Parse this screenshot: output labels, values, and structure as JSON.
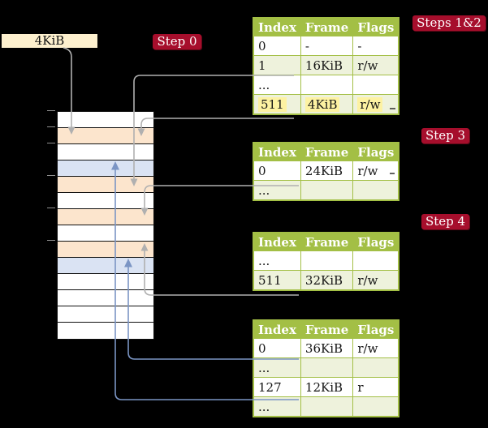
{
  "legend": {
    "frame_size_label": "4KiB"
  },
  "step_badges": {
    "step0": "Step 0",
    "steps12": "Steps 1&2",
    "step3": "Step 3",
    "step4": "Step 4"
  },
  "colors": {
    "canvas_bg": "#000000",
    "badge_red": "#a60e2c",
    "table_header_green": "#a3bf45",
    "table_row_green": "#eef2dc",
    "highlight_yellow": "#fdf2a2",
    "frame_label_cream": "#fdf0ce",
    "frame_peach": "#fce5cd",
    "frame_blue": "#dae3f3",
    "frame_white": "#ffffff",
    "arrow_gray": "#b0b0b0",
    "arrow_blue": "#7b95c4"
  },
  "memory": {
    "rows": [
      "white",
      "peach",
      "white",
      "blue",
      "peach",
      "white",
      "peach",
      "white",
      "peach",
      "blue",
      "white",
      "white",
      "white",
      "white"
    ]
  },
  "tables": {
    "headers": [
      "Index",
      "Frame",
      "Flags"
    ],
    "t1": {
      "rows": [
        [
          "0",
          "-",
          "-"
        ],
        [
          "1",
          "16KiB",
          "r/w"
        ],
        [
          "...",
          "",
          ""
        ],
        [
          "511",
          "4KiB",
          "r/w"
        ]
      ]
    },
    "t2": {
      "rows": [
        [
          "0",
          "24KiB",
          "r/w"
        ],
        [
          "...",
          "",
          ""
        ]
      ]
    },
    "t3": {
      "rows": [
        [
          "...",
          "",
          ""
        ],
        [
          "511",
          "32KiB",
          "r/w"
        ]
      ]
    },
    "t4": {
      "rows": [
        [
          "0",
          "36KiB",
          "r/w"
        ],
        [
          "...",
          "",
          ""
        ],
        [
          "127",
          "12KiB",
          "r"
        ],
        [
          "...",
          "",
          ""
        ]
      ]
    }
  }
}
